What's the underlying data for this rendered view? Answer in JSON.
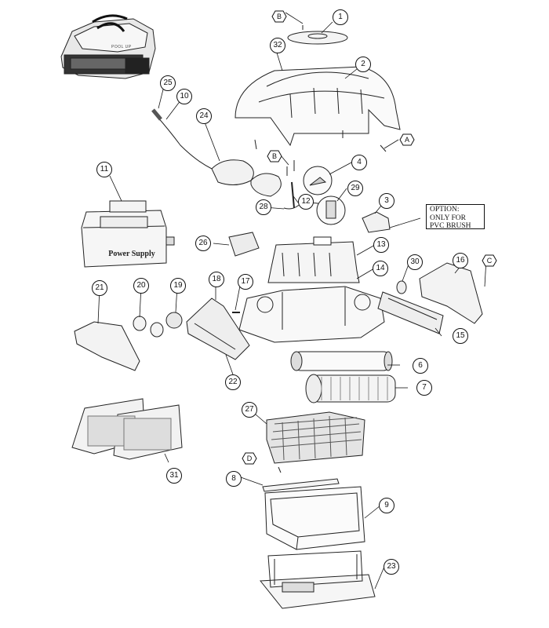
{
  "callouts": [
    {
      "id": "c1",
      "label": "1"
    },
    {
      "id": "c2",
      "label": "2"
    },
    {
      "id": "c3",
      "label": "3"
    },
    {
      "id": "c4",
      "label": "4"
    },
    {
      "id": "c6",
      "label": "6"
    },
    {
      "id": "c7",
      "label": "7"
    },
    {
      "id": "c8",
      "label": "8"
    },
    {
      "id": "c9",
      "label": "9"
    },
    {
      "id": "c10",
      "label": "10"
    },
    {
      "id": "c11",
      "label": "11"
    },
    {
      "id": "c12",
      "label": "12"
    },
    {
      "id": "c13",
      "label": "13"
    },
    {
      "id": "c14",
      "label": "14"
    },
    {
      "id": "c15",
      "label": "15"
    },
    {
      "id": "c16",
      "label": "16"
    },
    {
      "id": "c17",
      "label": "17"
    },
    {
      "id": "c18",
      "label": "18"
    },
    {
      "id": "c19",
      "label": "19"
    },
    {
      "id": "c20",
      "label": "20"
    },
    {
      "id": "c21",
      "label": "21"
    },
    {
      "id": "c22",
      "label": "22"
    },
    {
      "id": "c23",
      "label": "23"
    },
    {
      "id": "c24",
      "label": "24"
    },
    {
      "id": "c25",
      "label": "25"
    },
    {
      "id": "c26",
      "label": "26"
    },
    {
      "id": "c27",
      "label": "27"
    },
    {
      "id": "c28",
      "label": "28"
    },
    {
      "id": "c29",
      "label": "29"
    },
    {
      "id": "c30",
      "label": "30"
    },
    {
      "id": "c31",
      "label": "31"
    },
    {
      "id": "c32",
      "label": "32"
    }
  ],
  "letters": {
    "a": "A",
    "b1": "B",
    "b2": "B",
    "c": "C",
    "d": "D"
  },
  "option_note": {
    "line1": "OPTION:",
    "line2": "ONLY FOR",
    "line3": "PVC BRUSH"
  },
  "power_supply_label": "Power Supply",
  "robot_label": "POOL UP"
}
